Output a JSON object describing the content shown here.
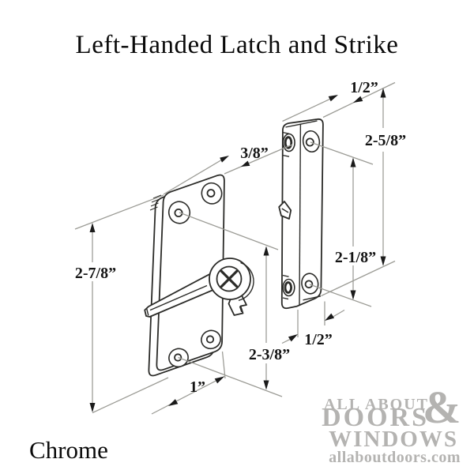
{
  "title": "Left-Handed Latch and Strike",
  "finish_label": "Chrome",
  "diagram": {
    "dimensions": {
      "strike_top_width": "1/2”",
      "strike_height": "2-5/8”",
      "latch_plate_offset": "3/8”",
      "latch_height": "2-7/8”",
      "strike_hole_spacing": "2-1/8”",
      "strike_bottom_width": "1/2”",
      "latch_hole_spacing": "2-3/8”",
      "latch_width": "1”"
    }
  },
  "watermark": {
    "line1": "ALL ABOUT",
    "ampersand": "&",
    "line2": "DOORS",
    "line3": "WINDOWS",
    "line4": "allaboutdoors.com"
  },
  "colors": {
    "background": "#ffffff",
    "drawing_line": "#2b2b28",
    "dimension_line": "#9b9b95",
    "text": "#141414",
    "watermark": "#b4b3b1"
  }
}
